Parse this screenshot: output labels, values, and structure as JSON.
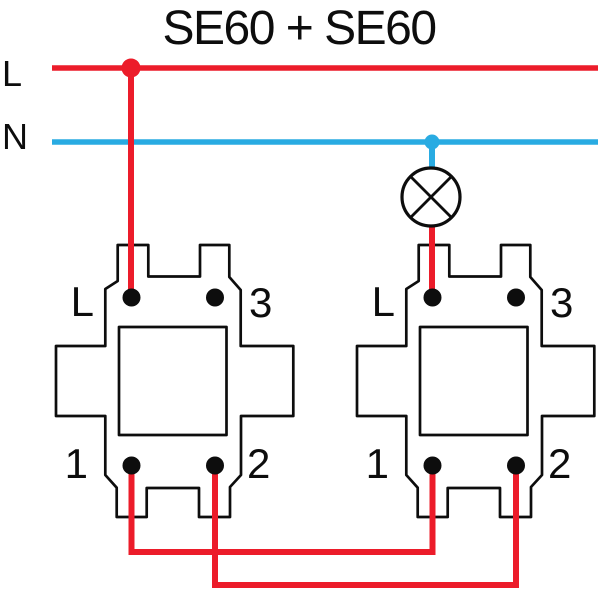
{
  "title": "SE60 + SE60",
  "colors": {
    "live": "#ec1c2a",
    "neutral": "#29abe2",
    "outline": "#0d0d0d",
    "background": "#ffffff"
  },
  "bus": {
    "live_label": "L",
    "neutral_label": "N"
  },
  "icons": {
    "lamp": "circle-with-cross-lamp-symbol",
    "junction": "filled-dot"
  },
  "switches": [
    {
      "id": "switch-1",
      "terminals": {
        "live": "L",
        "t3": "3",
        "t1": "1",
        "t2": "2"
      }
    },
    {
      "id": "switch-2",
      "terminals": {
        "live": "L",
        "t3": "3",
        "t1": "1",
        "t2": "2"
      }
    }
  ]
}
